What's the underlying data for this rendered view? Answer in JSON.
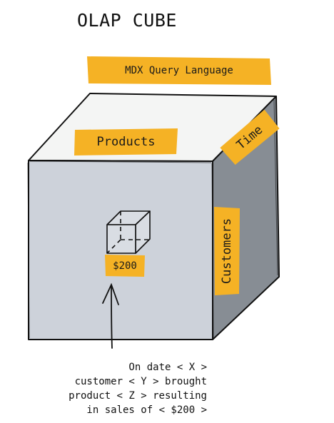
{
  "title": "OLAP CUBE",
  "labels": {
    "query_language": "MDX Query Language",
    "products": "Products",
    "time": "Time",
    "customers": "Customers",
    "cell_value": "$200"
  },
  "note_lines": [
    "On date < X >",
    "customer < Y > brought",
    "product < Z > resulting",
    "in sales of < $200 >"
  ],
  "colors": {
    "front_face": "#cdd2da",
    "top_face": "#f4f5f4",
    "side_face": "#878d94",
    "tag": "#f5b225",
    "ink": "#111111"
  },
  "icons": {
    "cell": "small-cube-icon",
    "pointer": "up-arrow-icon"
  }
}
